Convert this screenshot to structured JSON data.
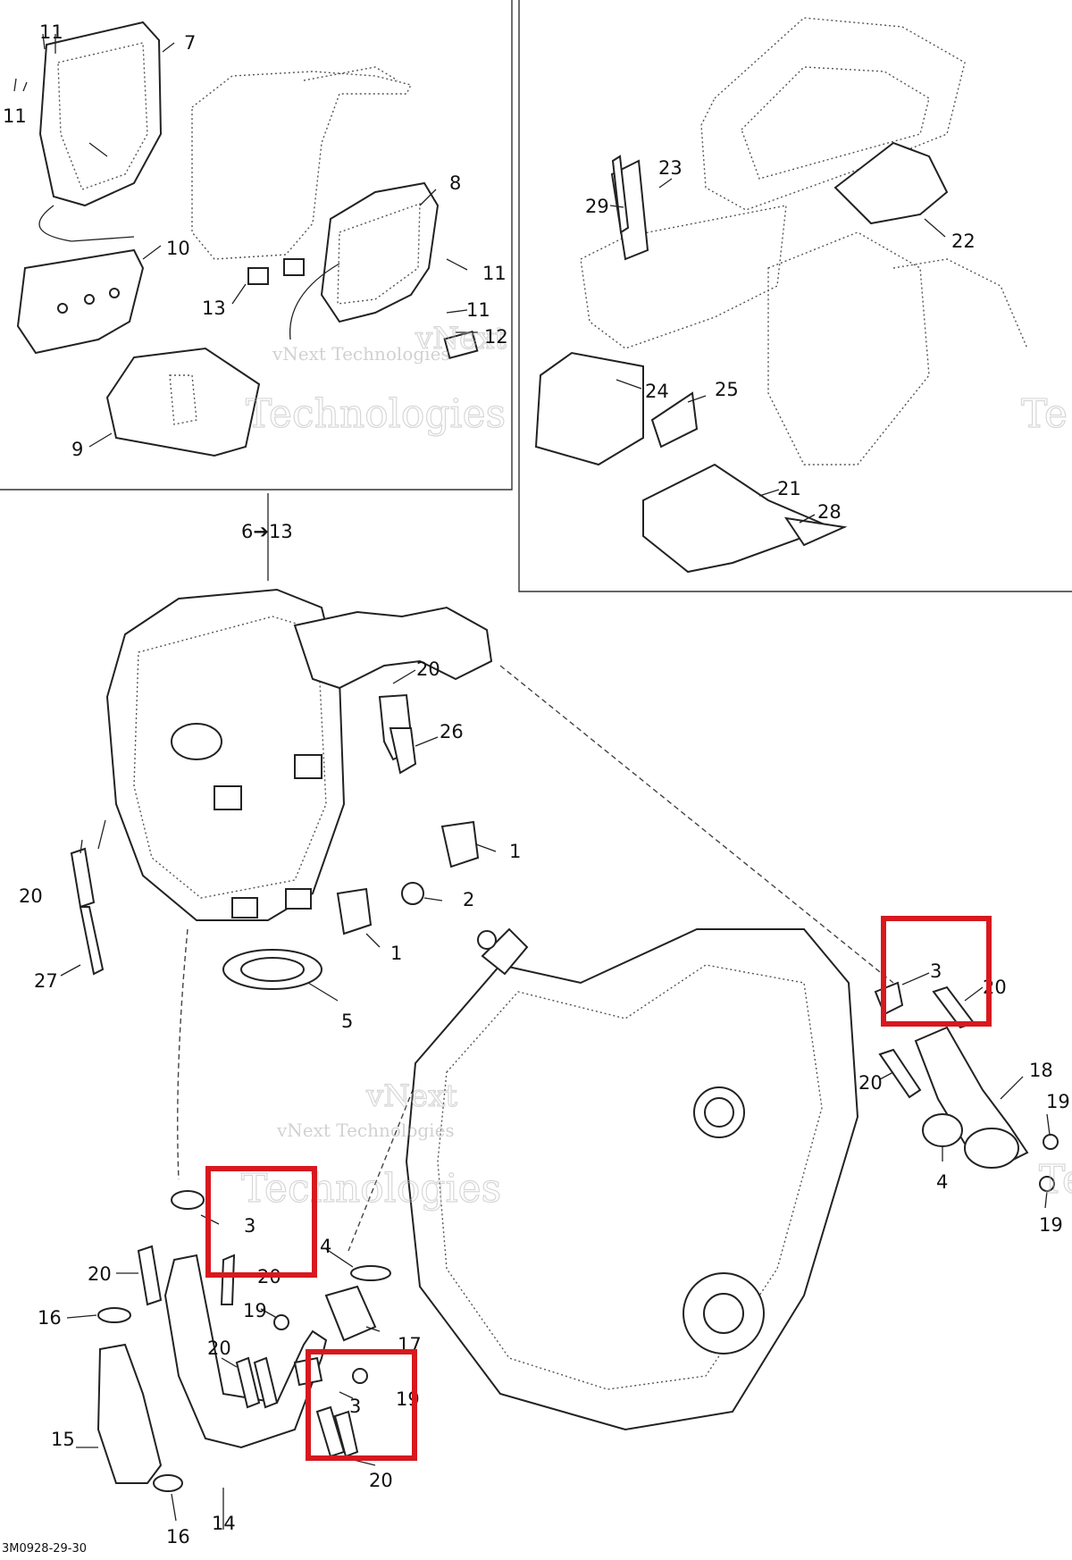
{
  "diagram": {
    "ref_code": "3M0928-29-30",
    "group_note": "6➔13",
    "watermark_lines": [
      "vNext",
      "Technologies"
    ],
    "watermark_inline": "vNext Technologies",
    "highlight_color": "#d7191f",
    "callouts": [
      {
        "id": "c7",
        "text": "7"
      },
      {
        "id": "c11a",
        "text": "11"
      },
      {
        "id": "c11b",
        "text": "11"
      },
      {
        "id": "c10",
        "text": "10"
      },
      {
        "id": "c13a",
        "text": "13"
      },
      {
        "id": "c8",
        "text": "8"
      },
      {
        "id": "c11c",
        "text": "11"
      },
      {
        "id": "c11d",
        "text": "11"
      },
      {
        "id": "c12",
        "text": "12"
      },
      {
        "id": "c9",
        "text": "9"
      },
      {
        "id": "c23",
        "text": "23"
      },
      {
        "id": "c29",
        "text": "29"
      },
      {
        "id": "c22",
        "text": "22"
      },
      {
        "id": "c24",
        "text": "24"
      },
      {
        "id": "c25",
        "text": "25"
      },
      {
        "id": "c21",
        "text": "21"
      },
      {
        "id": "c28",
        "text": "28"
      },
      {
        "id": "c20a",
        "text": "20"
      },
      {
        "id": "c26",
        "text": "26"
      },
      {
        "id": "c1a",
        "text": "1"
      },
      {
        "id": "c2",
        "text": "2"
      },
      {
        "id": "c1b",
        "text": "1"
      },
      {
        "id": "c20b",
        "text": "20"
      },
      {
        "id": "c27",
        "text": "27"
      },
      {
        "id": "c5",
        "text": "5"
      },
      {
        "id": "c3a",
        "text": "3"
      },
      {
        "id": "c20c",
        "text": "20"
      },
      {
        "id": "c20d",
        "text": "20"
      },
      {
        "id": "c18",
        "text": "18"
      },
      {
        "id": "c19a",
        "text": "19"
      },
      {
        "id": "c4a",
        "text": "4"
      },
      {
        "id": "c19b",
        "text": "19"
      },
      {
        "id": "c3b",
        "text": "3"
      },
      {
        "id": "c20e",
        "text": "20"
      },
      {
        "id": "c20f",
        "text": "20"
      },
      {
        "id": "c4b",
        "text": "4"
      },
      {
        "id": "c16a",
        "text": "16"
      },
      {
        "id": "c19c",
        "text": "19"
      },
      {
        "id": "c17",
        "text": "17"
      },
      {
        "id": "c20g",
        "text": "20"
      },
      {
        "id": "c3c",
        "text": "3"
      },
      {
        "id": "c19d",
        "text": "19"
      },
      {
        "id": "c15",
        "text": "15"
      },
      {
        "id": "c20h",
        "text": "20"
      },
      {
        "id": "c16b",
        "text": "16"
      },
      {
        "id": "c14",
        "text": "14"
      }
    ]
  }
}
